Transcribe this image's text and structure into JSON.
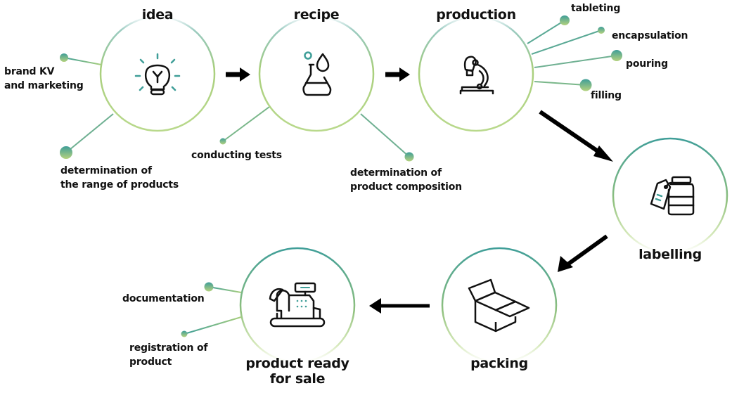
{
  "colors": {
    "teal": "#3f9e98",
    "green": "#a9cf7d",
    "arrow": "#000000",
    "icon_stroke": "#111111",
    "icon_accent": "#3f9e98"
  },
  "stages": [
    {
      "id": "idea",
      "title": "idea",
      "icon": "lightbulb-icon",
      "subs": [
        "brand KV\nand marketing",
        "determination of\nthe range of products"
      ]
    },
    {
      "id": "recipe",
      "title": "recipe",
      "icon": "flask-drop-icon",
      "subs": [
        "conducting tests",
        "determination of\nproduct composition"
      ]
    },
    {
      "id": "production",
      "title": "production",
      "icon": "microscope-icon",
      "subs": [
        "tableting",
        "encapsulation",
        "pouring",
        "filling"
      ]
    },
    {
      "id": "labelling",
      "title": "labelling",
      "icon": "jar-label-icon",
      "subs": []
    },
    {
      "id": "packing",
      "title": "packing",
      "icon": "open-box-icon",
      "subs": []
    },
    {
      "id": "ready",
      "title": "product ready\nfor sale",
      "icon": "cash-register-icon",
      "subs": [
        "documentation",
        "registration of\nproduct"
      ]
    }
  ]
}
